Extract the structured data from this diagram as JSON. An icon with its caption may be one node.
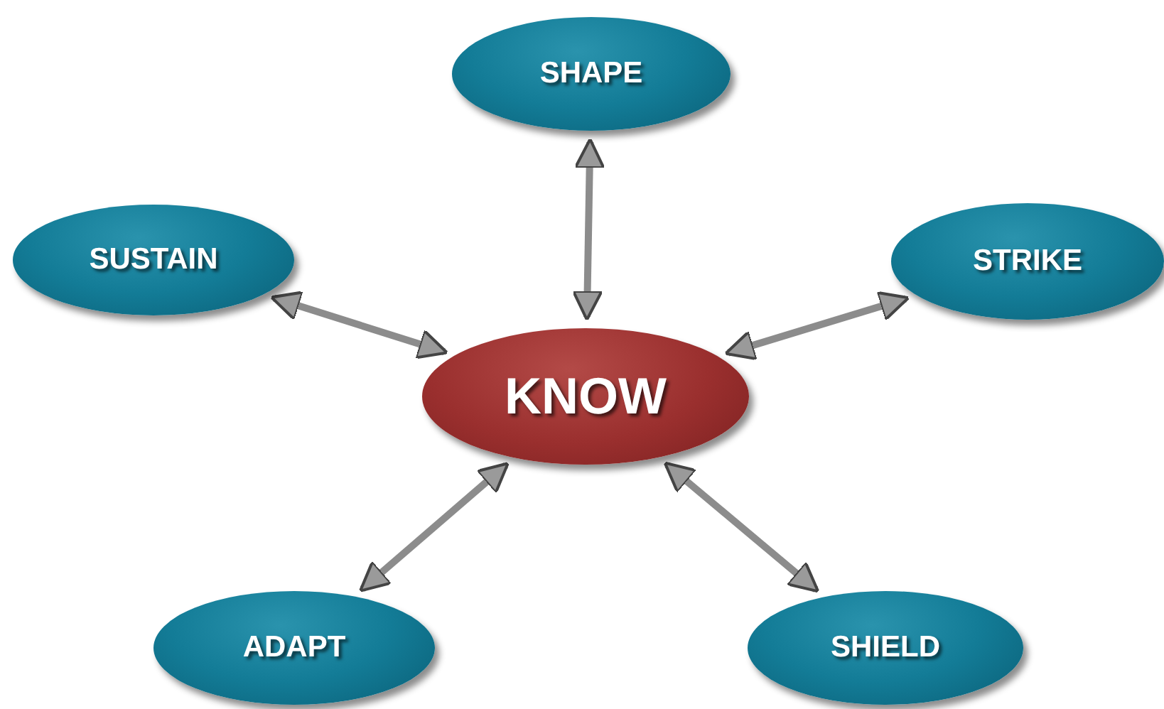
{
  "diagram": {
    "nodes": [
      {
        "text": [
          "SHAPE"
        ]
      },
      {
        "text": [
          "SUSTAIN"
        ]
      },
      {
        "text": [
          "STRIKE"
        ]
      },
      {
        "text": [
          "KNOW"
        ]
      },
      {
        "text": [
          "ADAPT"
        ]
      },
      {
        "text": [
          "SHIELD"
        ]
      }
    ],
    "edges": [
      {
        "from": 3,
        "to": 0,
        "arrow": "both"
      },
      {
        "from": 3,
        "to": 1,
        "arrow": "both"
      },
      {
        "from": 3,
        "to": 2,
        "arrow": "both"
      },
      {
        "from": 3,
        "to": 4,
        "arrow": "both"
      },
      {
        "from": 3,
        "to": 5,
        "arrow": "both"
      }
    ]
  }
}
